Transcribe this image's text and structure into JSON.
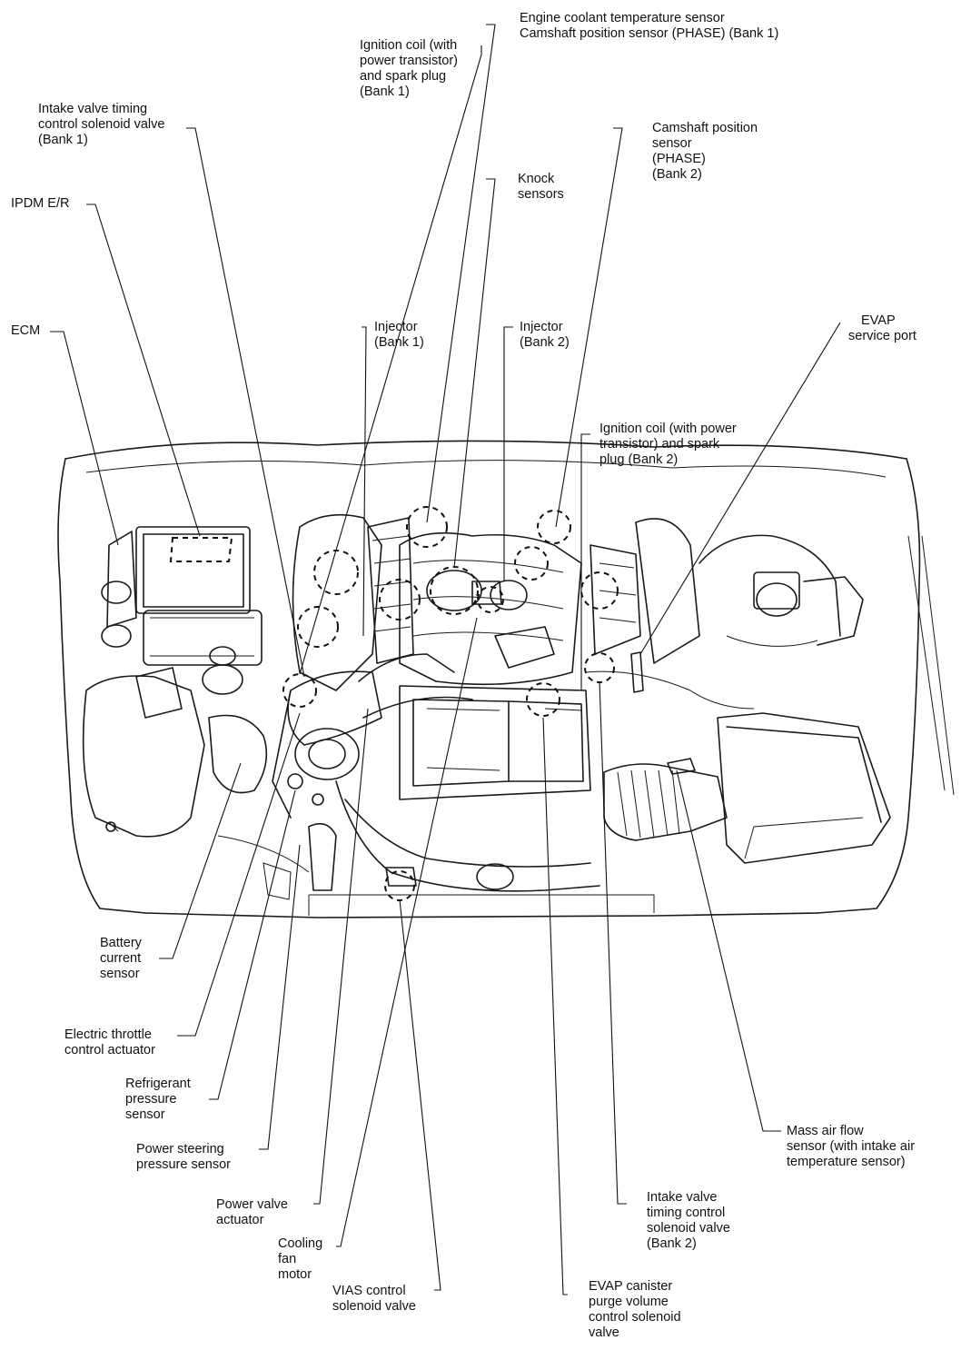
{
  "labels": {
    "ect_sensor": [
      "Engine coolant temperature sensor",
      "Camshaft position sensor (PHASE) (Bank 1)"
    ],
    "ign_coil_b1": [
      "Ignition coil (with",
      "power transistor)",
      "and spark plug",
      "(Bank 1)"
    ],
    "ivtc_b1": [
      "Intake valve timing",
      "control solenoid valve",
      "(Bank 1)"
    ],
    "cmp_b2": [
      "Camshaft position",
      "sensor",
      "(PHASE)",
      "(Bank 2)"
    ],
    "knock": [
      "Knock",
      "sensors"
    ],
    "ipdm": [
      "IPDM E/R"
    ],
    "ecm": [
      "ECM"
    ],
    "inj_b1": [
      "Injector",
      "(Bank 1)"
    ],
    "inj_b2": [
      "Injector",
      "(Bank 2)"
    ],
    "evap_port": [
      "EVAP",
      "service port"
    ],
    "ign_coil_b2": [
      "Ignition coil (with power",
      "transistor) and spark",
      "plug (Bank 2)"
    ],
    "battery_sensor": [
      "Battery",
      "current",
      "sensor"
    ],
    "throttle": [
      "Electric throttle",
      "control actuator"
    ],
    "refrig": [
      "Refrigerant",
      "pressure",
      "sensor"
    ],
    "ps_sensor": [
      "Power steering",
      "pressure sensor"
    ],
    "pva": [
      "Power valve",
      "actuator"
    ],
    "fan": [
      "Cooling",
      "fan",
      "motor"
    ],
    "vias": [
      "VIAS control",
      "solenoid valve"
    ],
    "evap_purge": [
      "EVAP canister",
      "purge volume",
      "control solenoid",
      "valve"
    ],
    "ivtc_b2": [
      "Intake valve",
      "timing control",
      "solenoid valve",
      "(Bank 2)"
    ],
    "maf": [
      "Mass air flow",
      "sensor (with intake air",
      "temperature sensor)"
    ]
  }
}
